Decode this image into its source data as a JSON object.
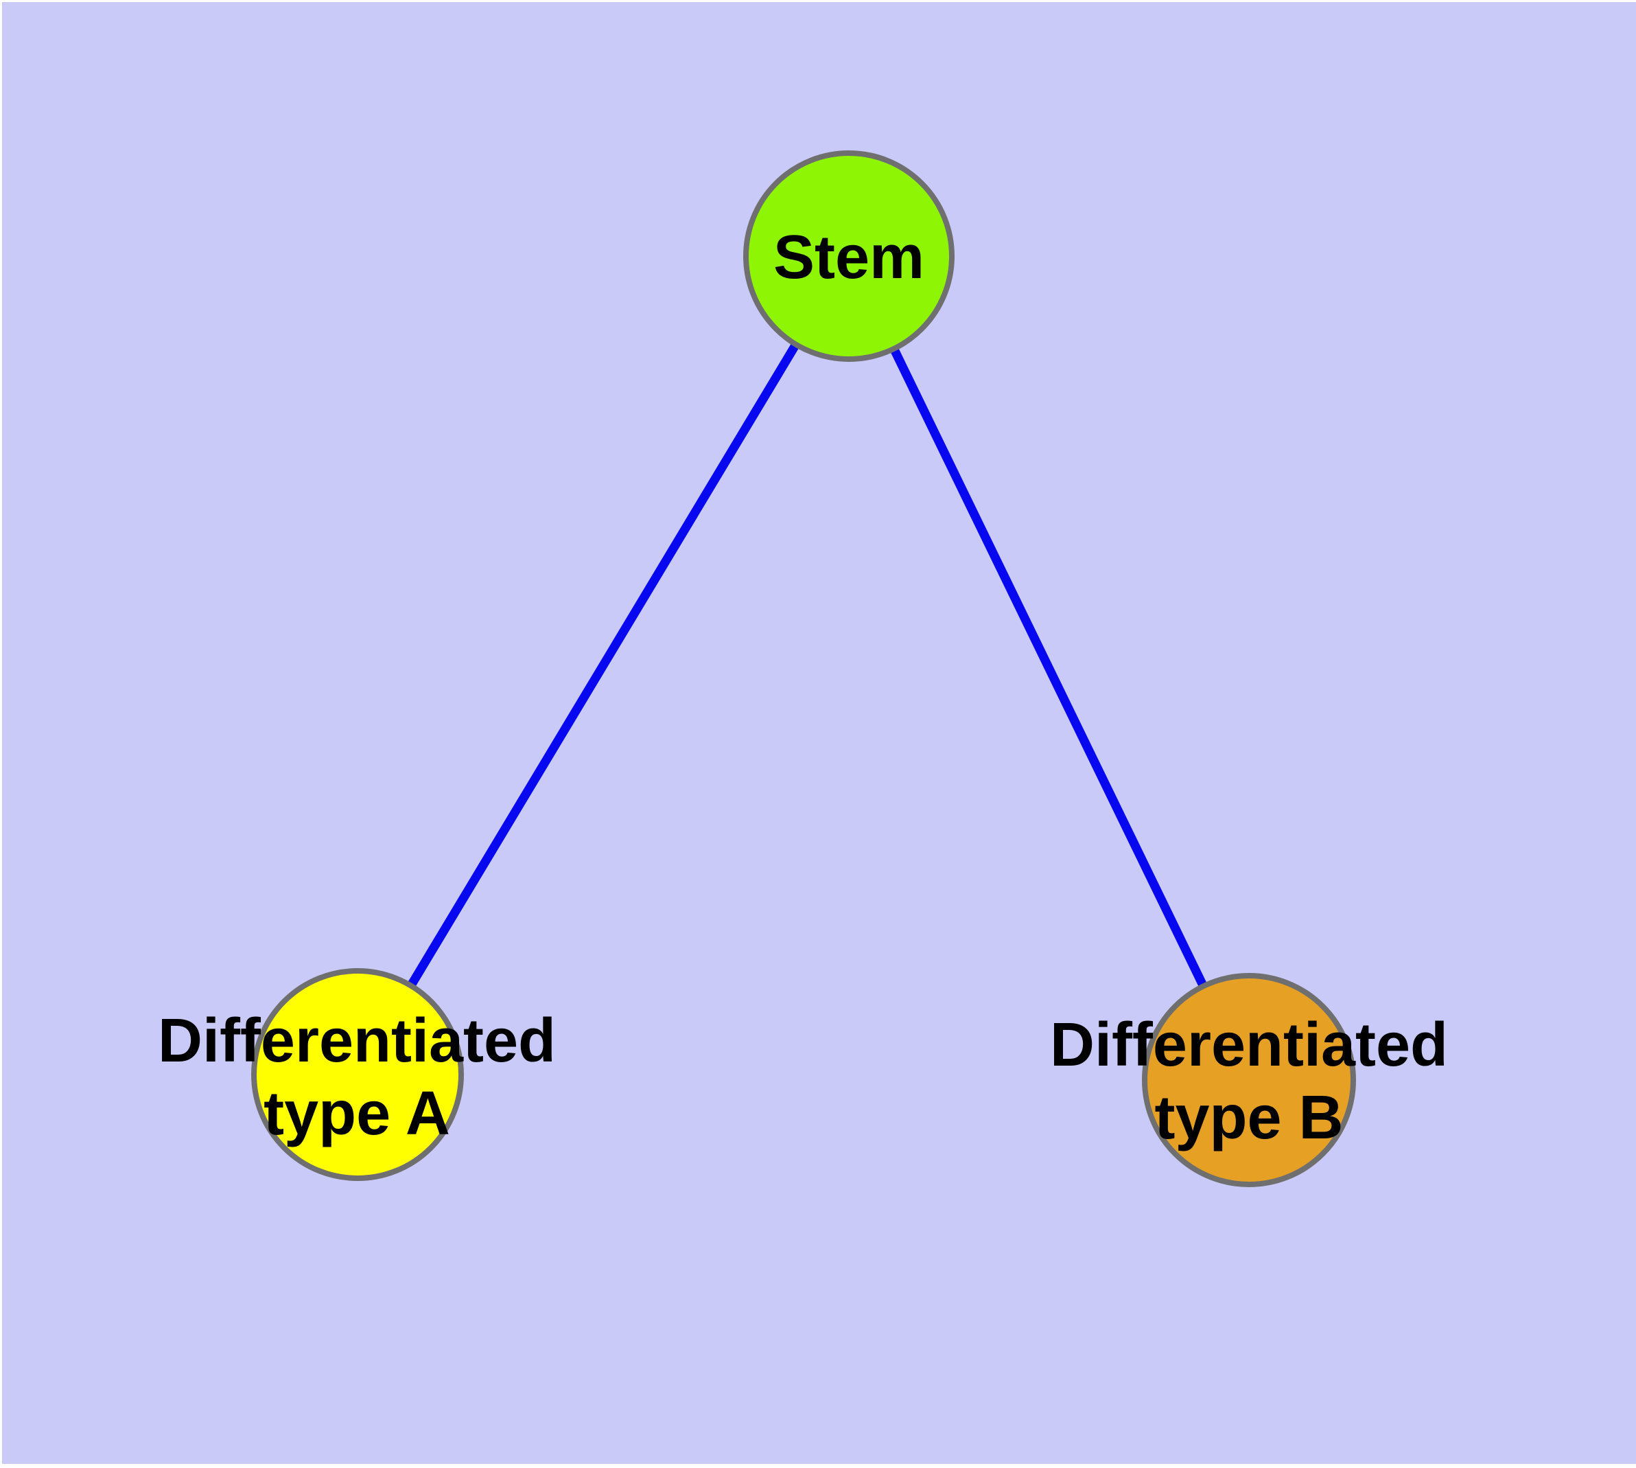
{
  "diagram": {
    "type": "node-link-graph",
    "colors": {
      "background": "#CACAF8",
      "frame": "#FFFFFF",
      "edge": "#0808F0",
      "node_border": "#6F6F6F",
      "label": "#000000"
    },
    "nodes": [
      {
        "id": "stem",
        "label": "Stem",
        "fill": "#8EF604"
      },
      {
        "id": "differentiated-type-a",
        "label": "Differentiated type A",
        "line1": "Differentiated",
        "line2": "type A",
        "fill": "#FFFF00"
      },
      {
        "id": "differentiated-type-b",
        "label": "Differentiated type B",
        "line1": "Differentiated",
        "line2": "type B",
        "fill": "#E6A024"
      }
    ],
    "edges": [
      {
        "from": "Stem",
        "to": "Differentiated type A"
      },
      {
        "from": "Stem",
        "to": "Differentiated type B"
      }
    ]
  }
}
